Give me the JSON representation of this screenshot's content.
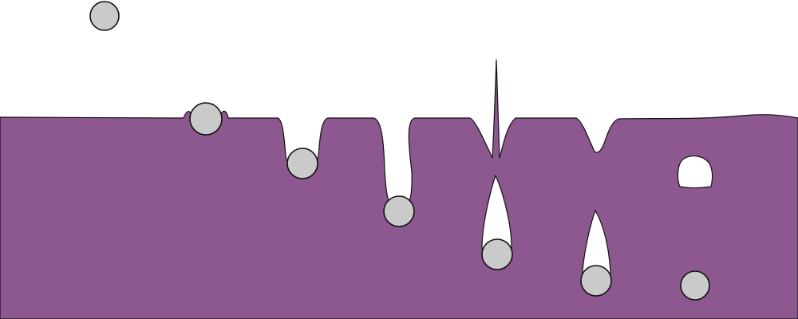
{
  "colors": {
    "liquid": "#8c588f",
    "sphere": "#cacaca",
    "outline": "#111111",
    "background": "#ffffff"
  },
  "frames": [
    "sphere-above-surface",
    "sphere-at-surface",
    "shallow-cavity",
    "deepening-cavity",
    "pinch-off-with-jet",
    "collapsing-cavity",
    "submerged-sphere-with-bubble"
  ]
}
